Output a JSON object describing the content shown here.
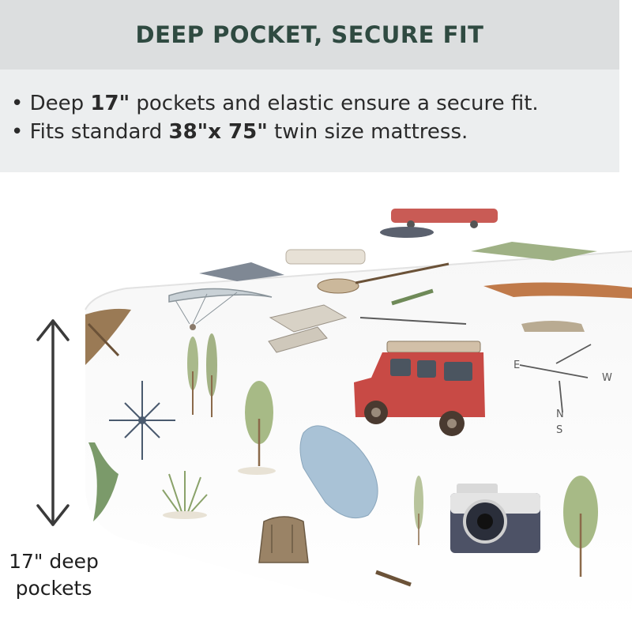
{
  "header": {
    "title": "DEEP POCKET, SECURE FIT"
  },
  "bullets": [
    {
      "marker": "•",
      "pre": " Deep ",
      "bold": "17\"",
      "post": " pockets and elastic ensure a secure fit."
    },
    {
      "marker": "•",
      "pre": " Fits standard ",
      "bold": "38\"x 75\"",
      "post": " twin size mattress."
    }
  ],
  "depth_callout": {
    "line1": "17\" deep",
    "line2": "pockets"
  },
  "compass_letters": {
    "east": "E",
    "west": "W",
    "north": "N",
    "south": "S"
  },
  "colors": {
    "header_bg": "#dcdedf",
    "panel_bg": "#eceeef",
    "title_text": "#2f4a41",
    "sheet": "#ffffff",
    "sheet_shadow": "#e6e6e6",
    "arrow": "#3a3a3a"
  },
  "print_motifs": [
    "red-jeep-icon",
    "acoustic-guitar-icon",
    "camera-icon",
    "tree-icon",
    "compass-rose-icon",
    "pond-icon",
    "satchel-bag-icon",
    "fox-icon",
    "tent-icon",
    "paraglider-icon",
    "kayak-icon",
    "map-icon",
    "hat-icon",
    "grass-tuft-icon",
    "campervan-icon"
  ]
}
